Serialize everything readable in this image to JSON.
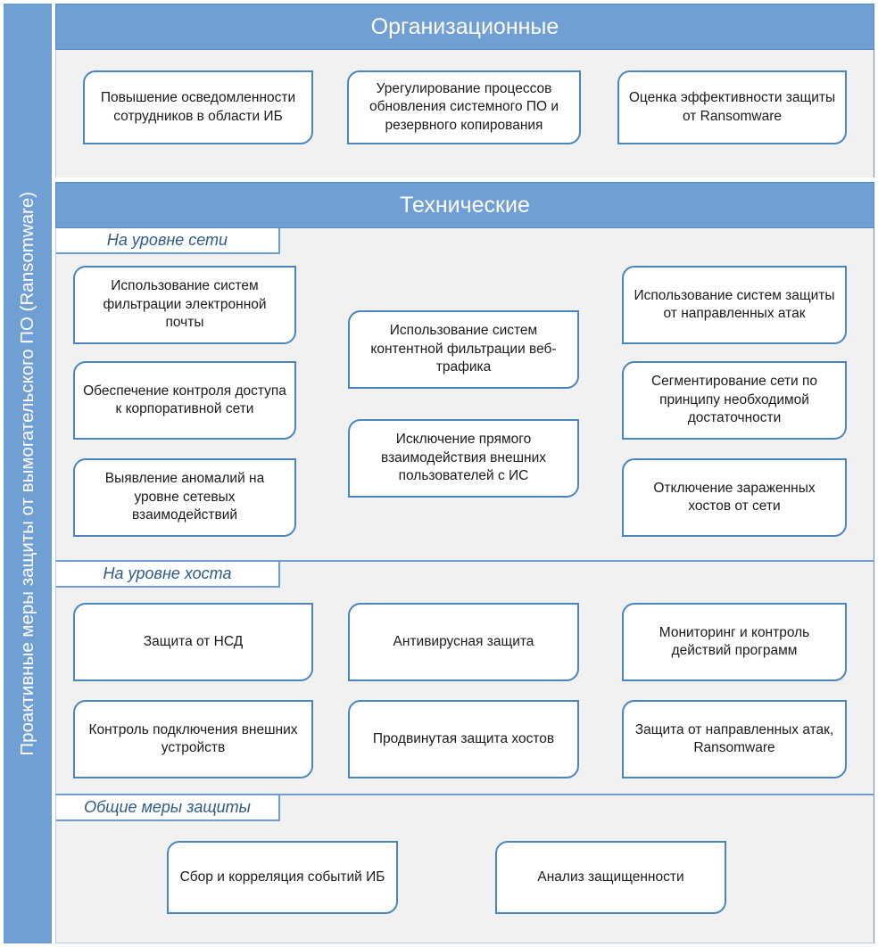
{
  "sidebar": {
    "label": "Проактивные меры защиты от вымогательского ПО (Ransomware)",
    "color": "#709fd3"
  },
  "colors": {
    "header_blue": "#709fd3",
    "body_gray": "#f1f1f1",
    "box_border": "#4a86bd",
    "divider_blue": "#6e9dd0",
    "tab_text": "#2f5b8a",
    "header_text": "#ffffff"
  },
  "categories": [
    {
      "id": "organizational",
      "title": "Организационные",
      "subsections": [
        {
          "id": "org-main",
          "label": null,
          "boxes": [
            {
              "text": "Повышение осведомленности сотрудников в области ИБ"
            },
            {
              "text": "Урегулирование процессов обновления системного ПО и резервного копирования"
            },
            {
              "text": "Оценка эффективности защиты от Ransomware"
            }
          ]
        }
      ]
    },
    {
      "id": "technical",
      "title": "Технические",
      "subsections": [
        {
          "id": "network-level",
          "label": "На уровне сети",
          "boxes": [
            {
              "text": "Использование систем фильтрации электронной почты"
            },
            {
              "text": "Использование систем контентной фильтрации веб-трафика"
            },
            {
              "text": "Использование систем защиты от направленных атак"
            },
            {
              "text": "Обеспечение контроля доступа к корпоративной сети"
            },
            {
              "text": "Сегментирование сети по принципу необходимой достаточности"
            },
            {
              "text": "Исключение прямого взаимодействия внешних пользователей  с ИС"
            },
            {
              "text": "Выявление аномалий на уровне сетевых взаимодействий"
            },
            {
              "text": "Отключение зараженных хостов от сети"
            }
          ]
        },
        {
          "id": "host-level",
          "label": "На уровне хоста",
          "boxes": [
            {
              "text": "Защита от НСД"
            },
            {
              "text": "Антивирусная защита"
            },
            {
              "text": "Мониторинг и контроль действий программ"
            },
            {
              "text": "Контроль подключения внешних устройств"
            },
            {
              "text": "Продвинутая защита хостов"
            },
            {
              "text": "Защита от направленных атак, Ransomware"
            }
          ]
        },
        {
          "id": "general-measures",
          "label": "Общие меры защиты",
          "boxes": [
            {
              "text": "Сбор и корреляция событий ИБ"
            },
            {
              "text": "Анализ защищенности"
            }
          ]
        }
      ]
    }
  ]
}
